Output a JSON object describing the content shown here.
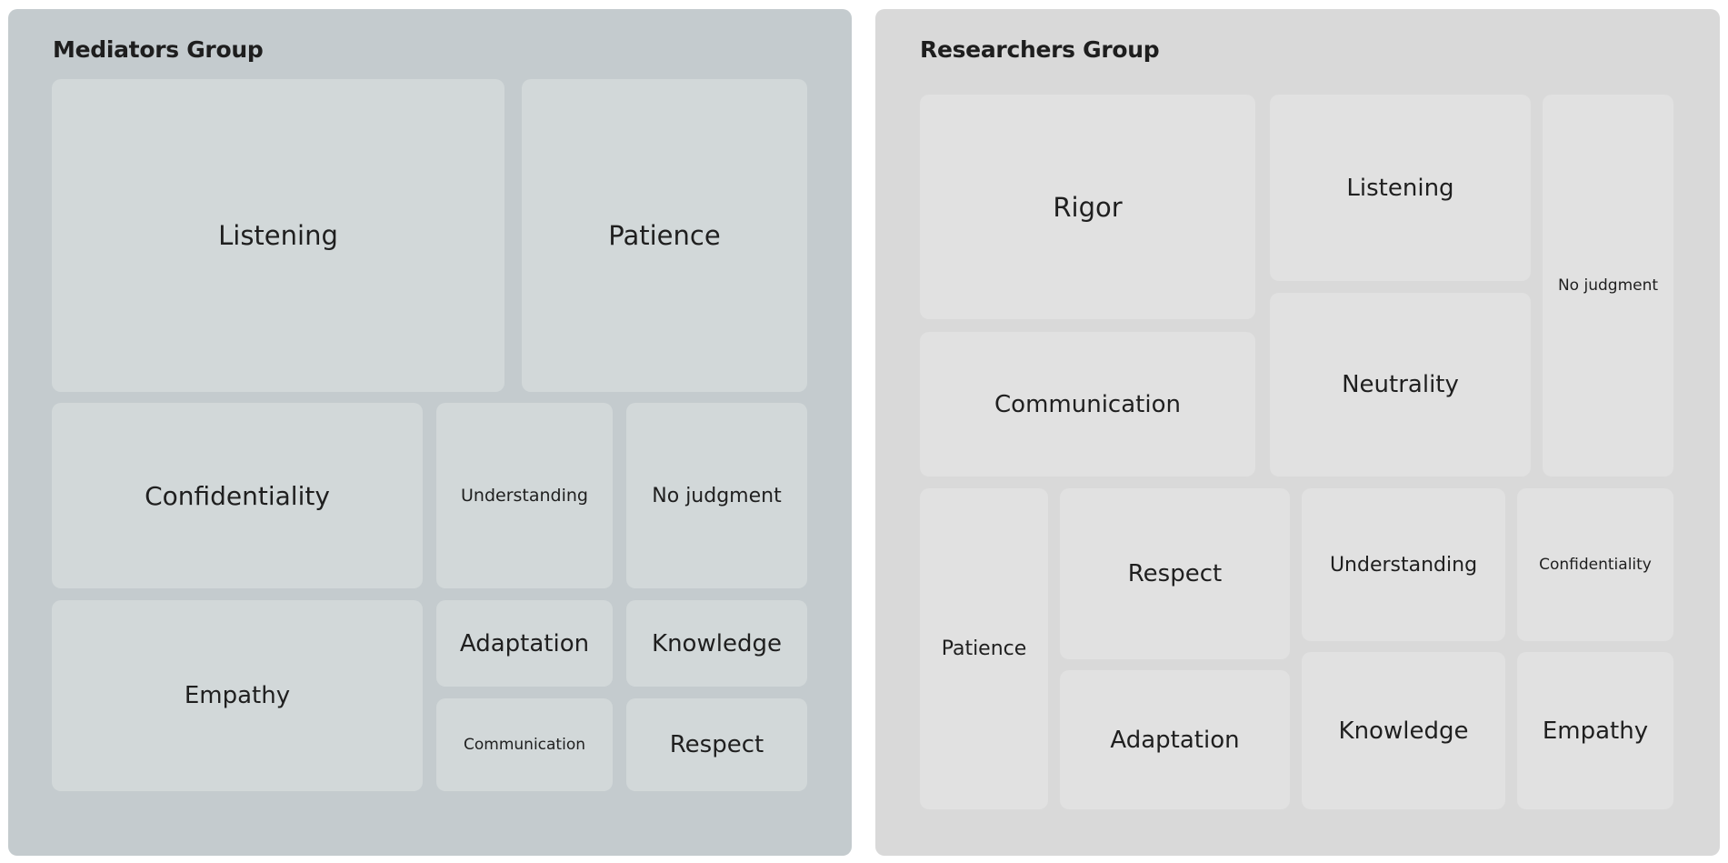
{
  "mediators": {
    "title": "Mediators Group",
    "tiles": {
      "listening": "Listening",
      "patience": "Patience",
      "confidentiality": "Confidentiality",
      "understanding": "Understanding",
      "no_judgment": "No judgment",
      "empathy": "Empathy",
      "adaptation": "Adaptation",
      "knowledge": "Knowledge",
      "communication": "Communication",
      "respect": "Respect"
    }
  },
  "researchers": {
    "title": "Researchers Group",
    "tiles": {
      "rigor": "Rigor",
      "listening": "Listening",
      "no_judgment": "No judgment",
      "communication": "Communication",
      "neutrality": "Neutrality",
      "patience": "Patience",
      "respect": "Respect",
      "understanding": "Understanding",
      "confidentiality": "Confidentiality",
      "adaptation": "Adaptation",
      "knowledge": "Knowledge",
      "empathy": "Empathy"
    }
  },
  "colors": {
    "mediators_panel": "#c4cbce",
    "mediators_tile": "#d2d8d9",
    "researchers_panel": "#d9d9d9",
    "researchers_tile": "#e1e1e1"
  }
}
